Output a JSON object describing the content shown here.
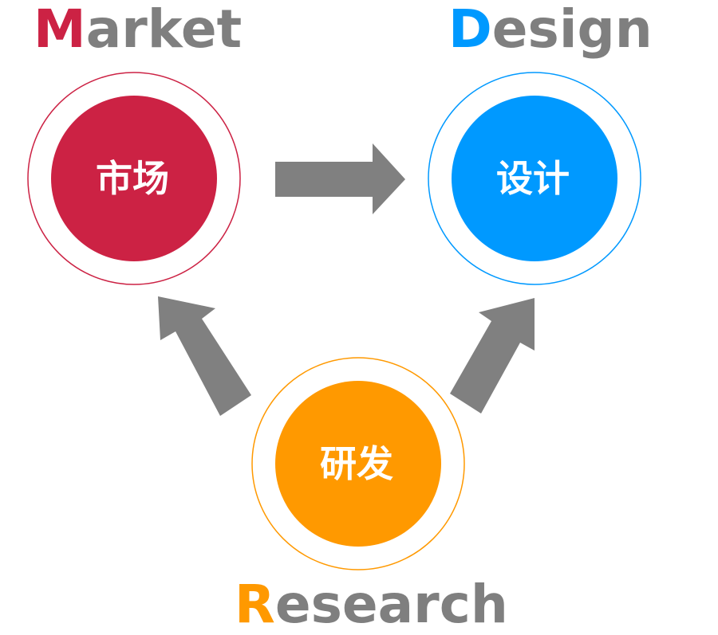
{
  "nodes": [
    {
      "id": "market",
      "title_initial": "M",
      "title_rest": "arket",
      "chinese": "市场",
      "color": "#cc2244"
    },
    {
      "id": "design",
      "title_initial": "D",
      "title_rest": "esign",
      "chinese": "设计",
      "color": "#0099ff"
    },
    {
      "id": "research",
      "title_initial": "R",
      "title_rest": "esearch",
      "chinese": "研发",
      "color": "#ff9900"
    }
  ],
  "arrows": [
    {
      "from": "market",
      "to": "design"
    },
    {
      "from": "research",
      "to": "market"
    },
    {
      "from": "research",
      "to": "design"
    }
  ],
  "arrow_color": "#808080",
  "text_color": "#7f7f7f"
}
